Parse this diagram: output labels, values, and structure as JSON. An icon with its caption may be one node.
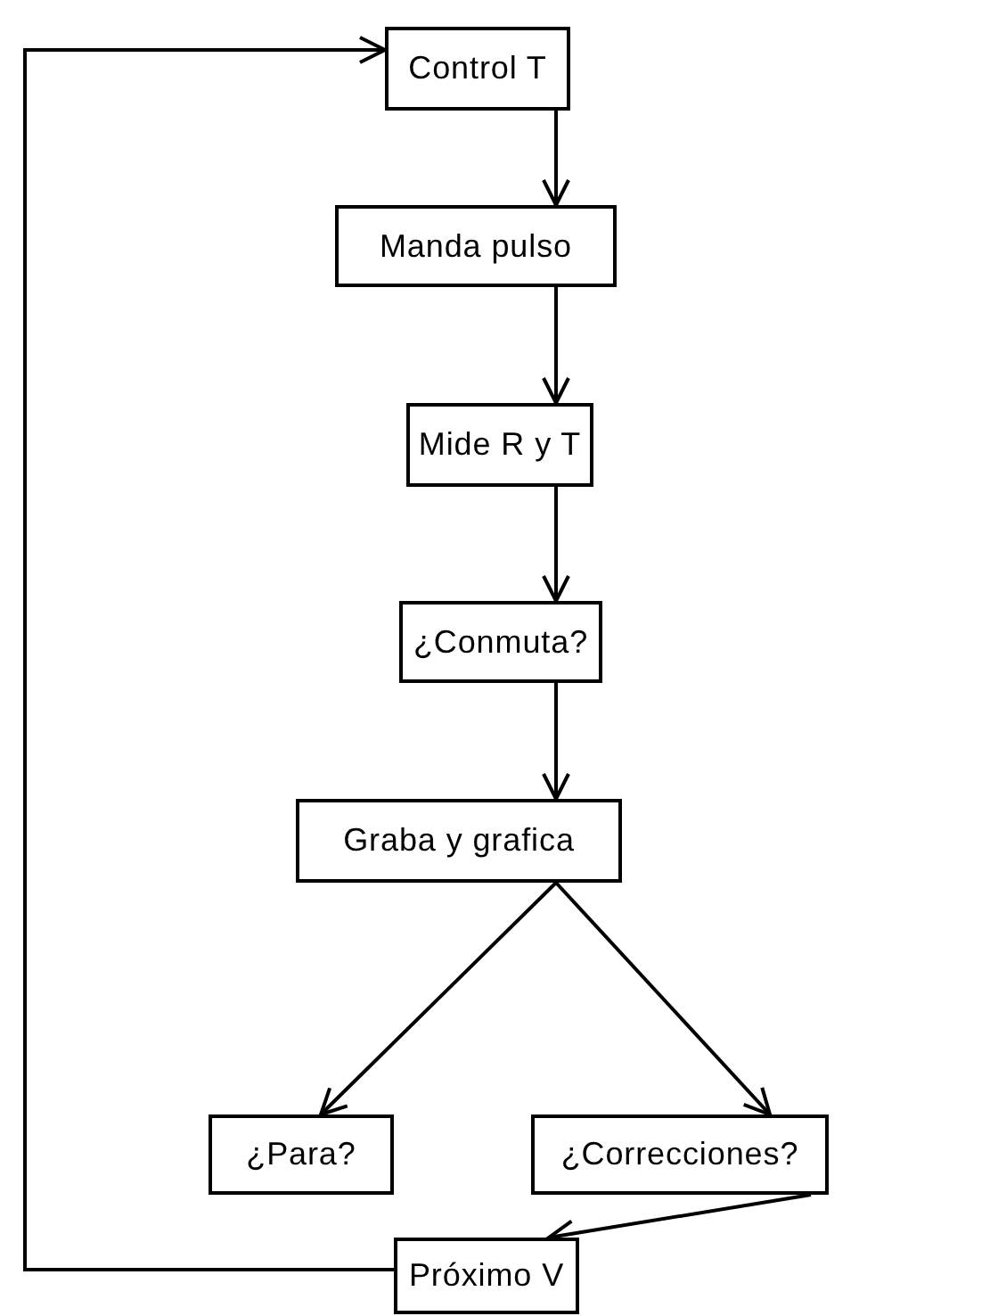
{
  "diagram": {
    "nodes": [
      {
        "text": [
          "Control T"
        ]
      },
      {
        "text": [
          "Manda pulso"
        ]
      },
      {
        "text": [
          "Mide R y T"
        ]
      },
      {
        "text": [
          "¿Conmuta?"
        ]
      },
      {
        "text": [
          "Graba y grafica"
        ]
      },
      {
        "text": [
          "¿Para?"
        ]
      },
      {
        "text": [
          "¿Correcciones?"
        ]
      },
      {
        "text": [
          "Próximo V"
        ]
      }
    ],
    "edges": [
      {
        "from": 0,
        "to": 1,
        "arrow": "to"
      },
      {
        "from": 1,
        "to": 2,
        "arrow": "to"
      },
      {
        "from": 2,
        "to": 3,
        "arrow": "to"
      },
      {
        "from": 3,
        "to": 4,
        "arrow": "to"
      },
      {
        "from": 4,
        "to": 5,
        "arrow": "to"
      },
      {
        "from": 4,
        "to": 6,
        "arrow": "to"
      },
      {
        "from": 6,
        "to": 7,
        "arrow": "to"
      },
      {
        "from": 7,
        "to": 0,
        "arrow": "to"
      }
    ]
  }
}
